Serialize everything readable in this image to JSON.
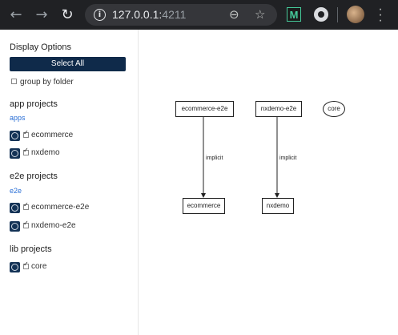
{
  "browser": {
    "url_host": "127.0.0.1:",
    "url_port": "4211"
  },
  "sidebar": {
    "display_options_title": "Display Options",
    "select_all_label": "Select All",
    "group_by_folder_label": "group by folder",
    "sections": [
      {
        "title": "app projects",
        "folder": "apps",
        "projects": [
          {
            "name": "ecommerce",
            "checked": true
          },
          {
            "name": "nxdemo",
            "checked": true
          }
        ]
      },
      {
        "title": "e2e projects",
        "folder": "e2e",
        "projects": [
          {
            "name": "ecommerce-e2e",
            "checked": true
          },
          {
            "name": "nxdemo-e2e",
            "checked": true
          }
        ]
      },
      {
        "title": "lib projects",
        "folder": "",
        "projects": [
          {
            "name": "core",
            "checked": true
          }
        ]
      }
    ]
  },
  "graph": {
    "nodes": {
      "ecommerce_e2e": "ecommerce-e2e",
      "nxdemo_e2e": "nxdemo-e2e",
      "core": "core",
      "ecommerce": "ecommerce",
      "nxdemo": "nxdemo"
    },
    "edges": [
      {
        "from": "ecommerce-e2e",
        "to": "ecommerce",
        "label": "implicit"
      },
      {
        "from": "nxdemo-e2e",
        "to": "nxdemo",
        "label": "implicit"
      }
    ]
  }
}
